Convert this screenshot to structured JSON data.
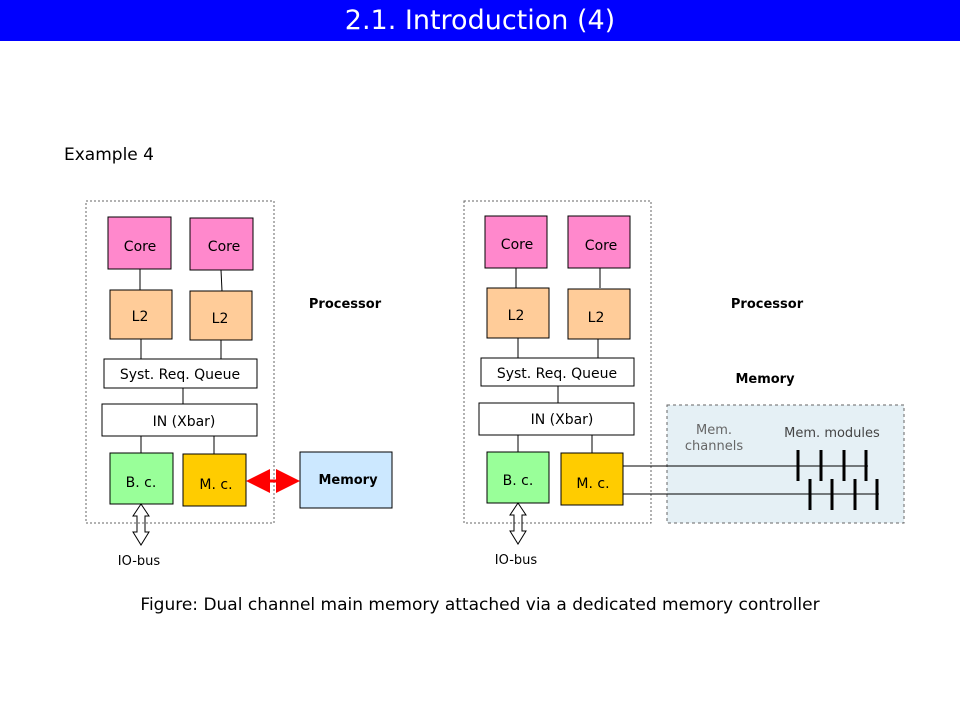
{
  "title": "2.1.  Introduction (4)",
  "example_label": "Example 4",
  "caption": "Figure: Dual channel main memory attached via a dedicated memory controller",
  "colors": {
    "title_bar": "#0000ff",
    "core": "#ff88cc",
    "l2": "#ffcc99",
    "bus_controller": "#99ff99",
    "memory_controller": "#ffcc00",
    "memory": "#cce8ff",
    "memory_area": "#e5f0f5",
    "arrow": "#ff0000"
  },
  "left_diagram": {
    "core_1": "Core",
    "core_2": "Core",
    "l2_1": "L2",
    "l2_2": "L2",
    "queue": "Syst. Req. Queue",
    "interconnect": "IN (Xbar)",
    "bus_controller": "B. c.",
    "memory_controller": "M. c.",
    "processor_label": "Processor",
    "memory": "Memory",
    "io_bus": "IO-bus"
  },
  "right_diagram": {
    "core_1": "Core",
    "core_2": "Core",
    "l2_1": "L2",
    "l2_2": "L2",
    "queue": "Syst. Req. Queue",
    "interconnect": "IN (Xbar)",
    "bus_controller": "B. c.",
    "memory_controller": "M. c.",
    "processor_label": "Processor",
    "memory_label": "Memory",
    "mem_channels_line1": "Mem.",
    "mem_channels_line2": "channels",
    "mem_modules": "Mem. modules",
    "io_bus": "IO-bus"
  }
}
